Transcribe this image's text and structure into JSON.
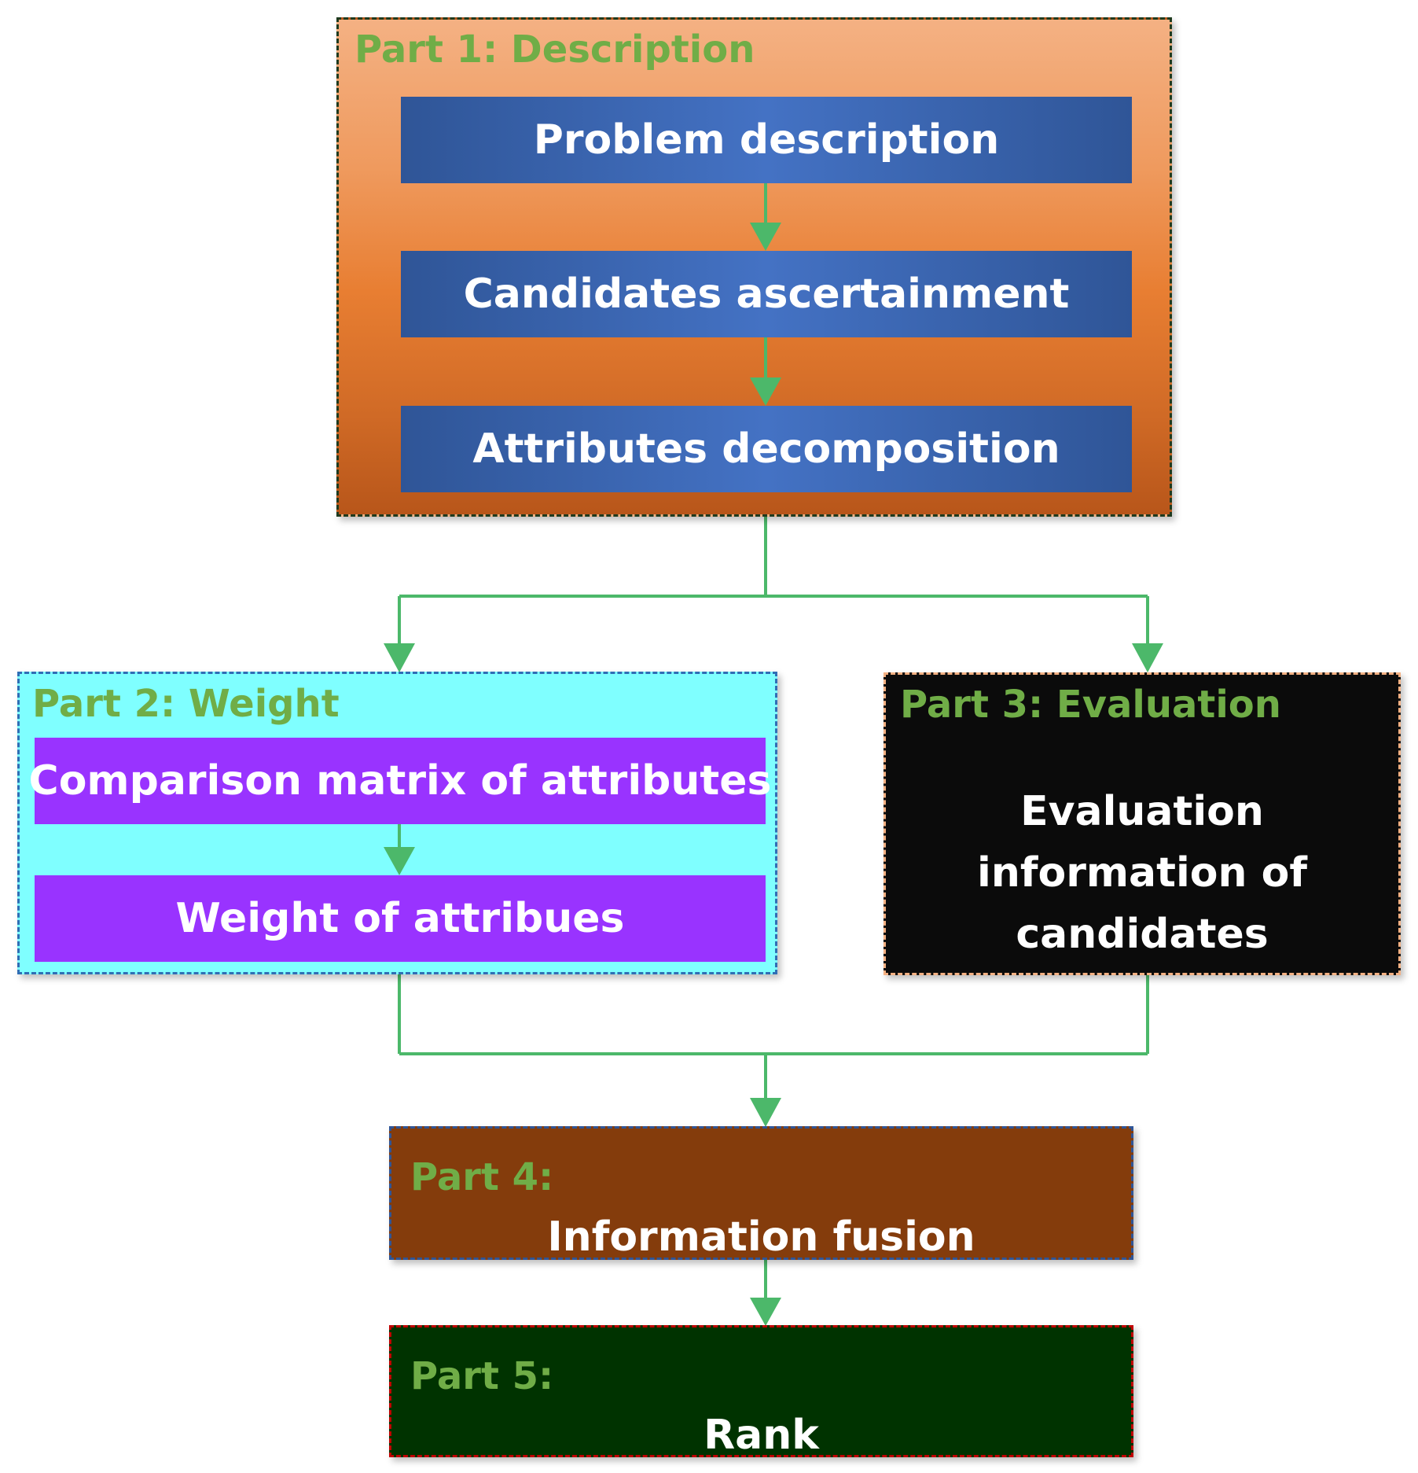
{
  "part1": {
    "title": "Part 1: Description",
    "steps": [
      "Problem description",
      "Candidates ascertainment",
      "Attributes decomposition"
    ]
  },
  "part2": {
    "title": "Part 2: Weight",
    "steps": [
      "Comparison matrix of attributes",
      "Weight of attribues"
    ]
  },
  "part3": {
    "title": "Part 3: Evaluation",
    "lines": [
      "Evaluation",
      "information of",
      "candidates"
    ]
  },
  "part4": {
    "title": "Part 4:",
    "text": "Information fusion"
  },
  "part5": {
    "title": "Part 5:",
    "text": "Rank"
  },
  "colors": {
    "title_green": "#70ad47",
    "connector": "#4cb86a",
    "part1_fill": "#e87e32",
    "part2_fill": "#7fffff",
    "part3_fill": "#0b0b0b",
    "part4_fill": "#843c0c",
    "part5_fill": "#003300",
    "blue_step": "#2f5597",
    "purple_step": "#9933ff"
  }
}
